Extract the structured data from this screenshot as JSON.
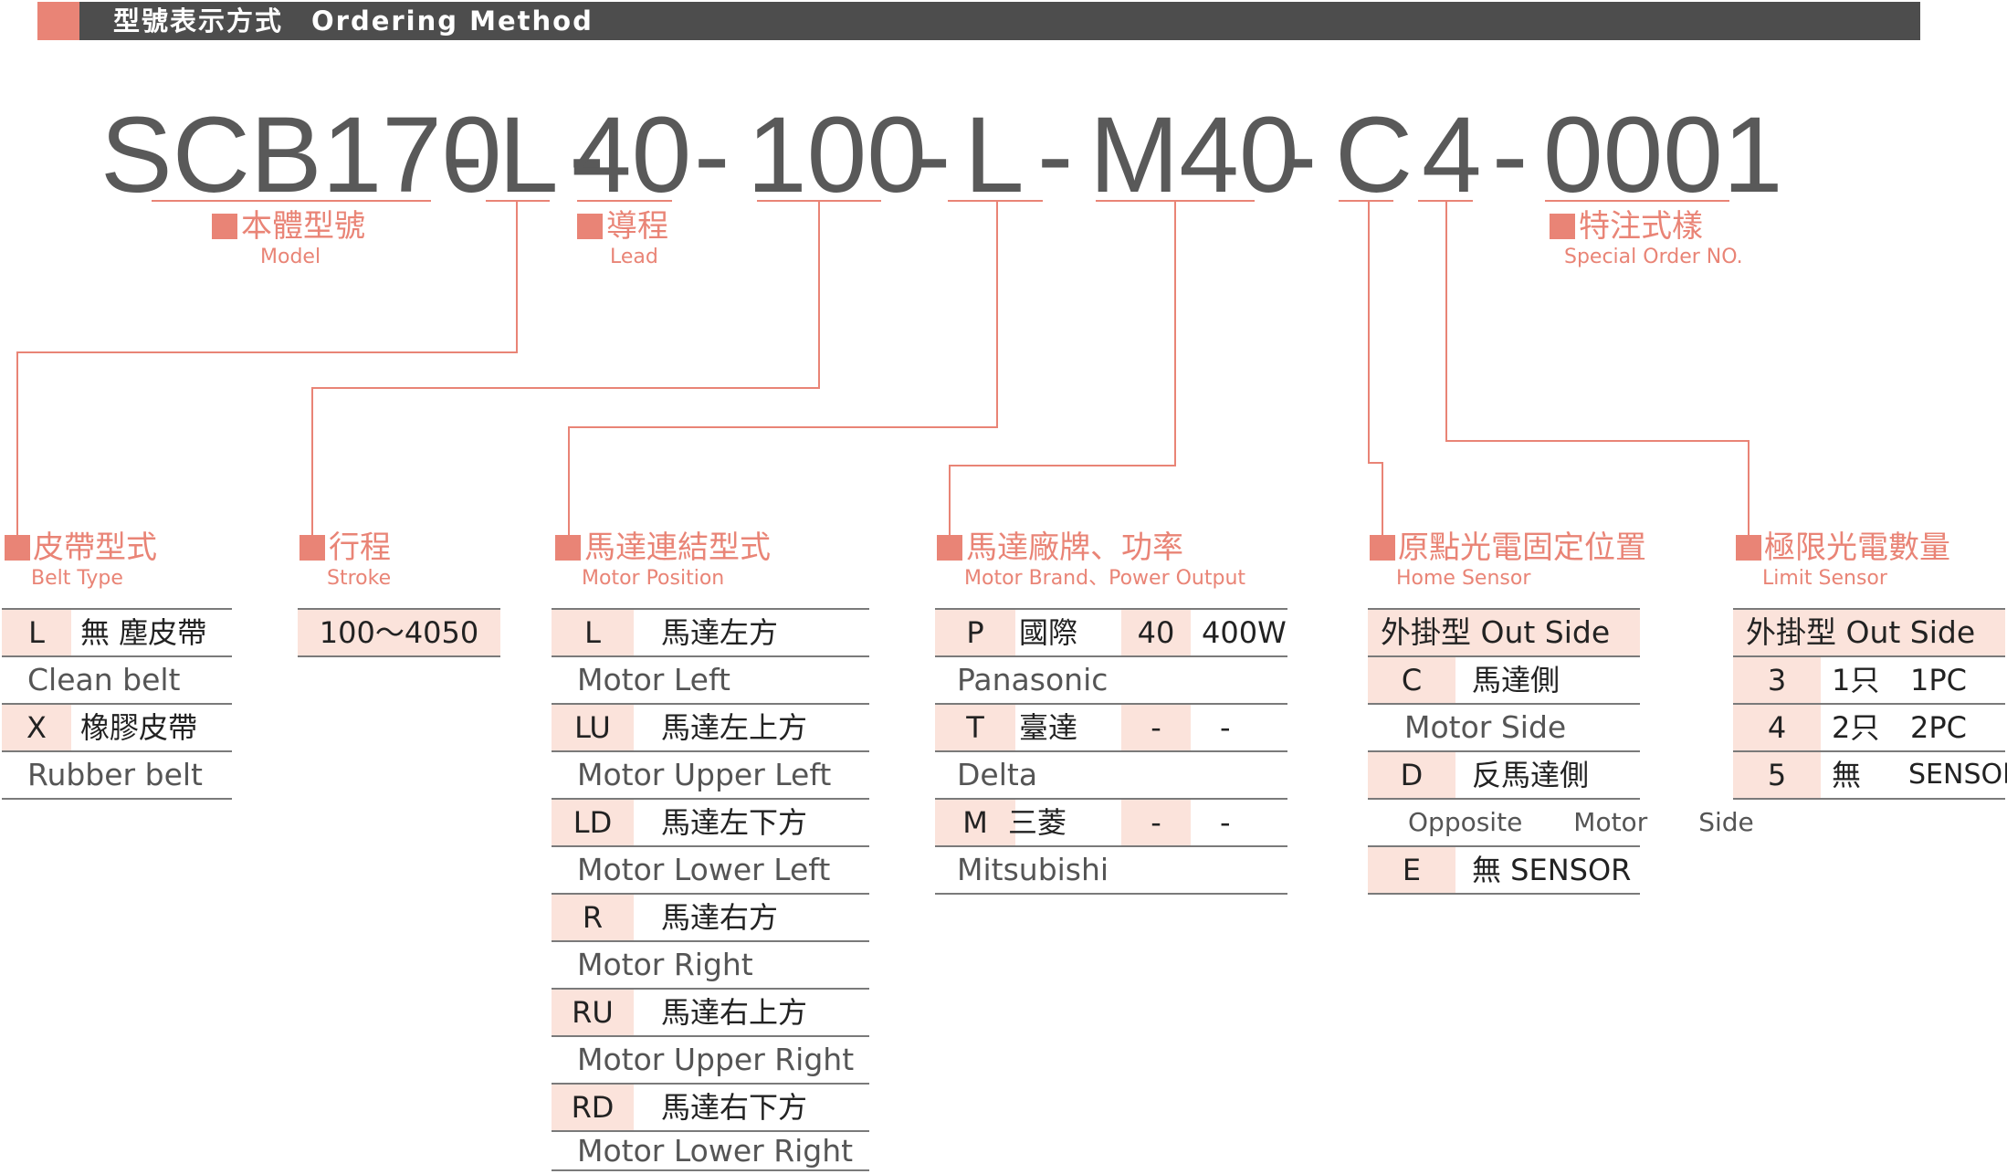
{
  "header": {
    "title": "型號表示方式　Ordering Method"
  },
  "model_code": {
    "seg1": "SCB170",
    "seg2": "L",
    "seg3": "40",
    "seg4": "100",
    "seg5": "L",
    "seg6": "M40",
    "seg7": "C",
    "seg8": "4",
    "seg9": "0001",
    "dash": "-"
  },
  "labels": {
    "model": {
      "cn": "本體型號",
      "en": "Model"
    },
    "lead": {
      "cn": "導程",
      "en": "Lead"
    },
    "special": {
      "cn": "特注式樣",
      "en": "Special Order NO."
    },
    "belt": {
      "cn": "皮帶型式",
      "en": "Belt Type"
    },
    "stroke": {
      "cn": "行程",
      "en": "Stroke"
    },
    "motor_pos": {
      "cn": "馬達連結型式",
      "en": "Motor Position"
    },
    "motor_brand": {
      "cn": "馬達廠牌、功率",
      "en": "Motor Brand、Power Output"
    },
    "home": {
      "cn": "原點光電固定位置",
      "en": "Home Sensor"
    },
    "limit": {
      "cn": "極限光電數量",
      "en": "Limit Sensor"
    }
  },
  "belt_rows": [
    {
      "code": "L",
      "cn": "無 塵皮帶",
      "en": "Clean belt"
    },
    {
      "code": "X",
      "cn": "橡膠皮帶",
      "en": "Rubber belt"
    }
  ],
  "stroke_value": "100～4050",
  "motor_rows": [
    {
      "code": "L",
      "cn": "馬達左方",
      "en": "Motor Left"
    },
    {
      "code": "LU",
      "cn": "馬達左上方",
      "en": "Motor Upper Left"
    },
    {
      "code": "LD",
      "cn": "馬達左下方",
      "en": "Motor Lower Left"
    },
    {
      "code": "R",
      "cn": "馬達右方",
      "en": "Motor Right"
    },
    {
      "code": "RU",
      "cn": "馬達右上方",
      "en": "Motor Upper Right"
    },
    {
      "code": "RD",
      "cn": "馬達右下方",
      "en": "Motor Lower Right"
    }
  ],
  "brand_rows": [
    {
      "code": "P",
      "cn": "國際",
      "p_code": "40",
      "power": "400W",
      "en": "Panasonic"
    },
    {
      "code": "T",
      "cn": "臺達",
      "p_code": "-",
      "power": "-",
      "en": "Delta"
    },
    {
      "code": "M",
      "cn": "三菱",
      "p_code": "-",
      "power": "-",
      "en": "Mitsubishi"
    }
  ],
  "home_header": "外掛型 Out Side",
  "home_rows": [
    {
      "code": "C",
      "cn": "馬達側",
      "en": "Motor Side"
    },
    {
      "code": "D",
      "cn": "反馬達側",
      "en": "Opposite　　Motor　　Side"
    },
    {
      "code": "E",
      "cn": "無  SENSOR",
      "en": ""
    }
  ],
  "limit_header": "外掛型 Out Side",
  "limit_rows": [
    {
      "code": "3",
      "cn": "1只",
      "en": "1PC"
    },
    {
      "code": "4",
      "cn": "2只",
      "en": "2PC"
    },
    {
      "code": "5",
      "cn": "無",
      "en": "SENSOR"
    }
  ],
  "colors": {
    "accent": "#e98476",
    "header_bar": "#4d4d4d",
    "code_cell": "#fbe3db",
    "model_text": "#595959"
  }
}
